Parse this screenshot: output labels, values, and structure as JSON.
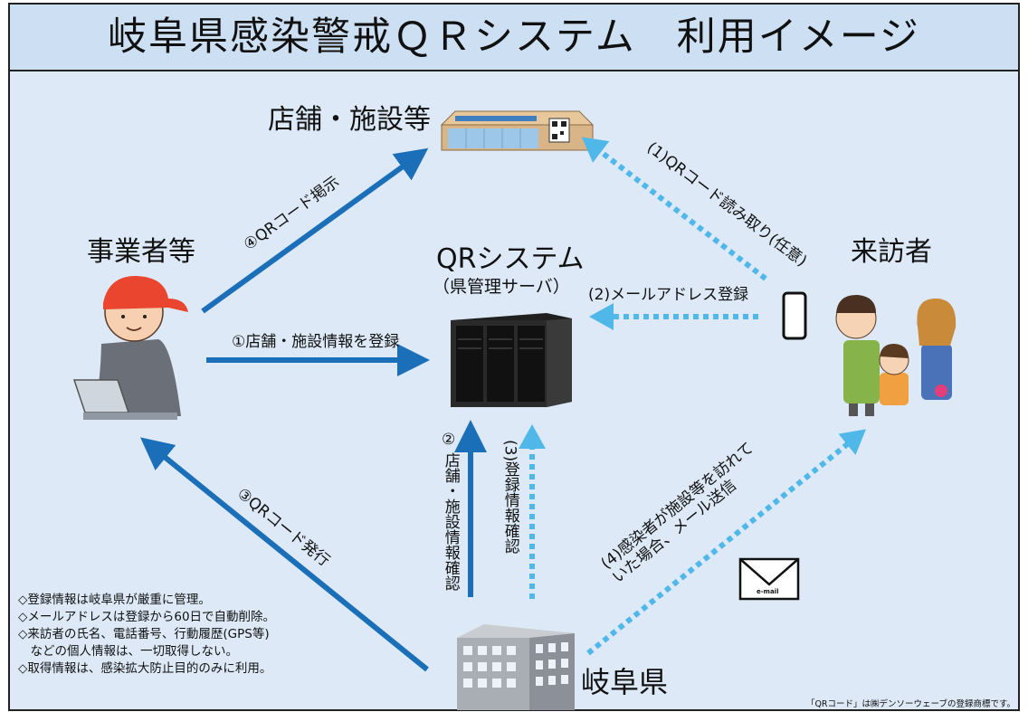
{
  "title": "岐阜県感染警戒ＱＲシステム　利用イメージ",
  "nodes": {
    "store": "店舗・施設等",
    "business": "事業者等",
    "qr_system": "QRシステム",
    "qr_system_sub": "（県管理サーバ）",
    "visitor": "来訪者",
    "prefecture": "岐阜県"
  },
  "steps": {
    "step1_register": "①店舗・施設情報を登録",
    "step4_post": "④QRコード掲示",
    "step3_issue": "③QRコード発行",
    "step2_confirm_mark": "②",
    "step2_confirm": "店舗・施設情報確認",
    "step3_registration_check": "(3)登録情報確認",
    "visitor1_scan": "(1)QRコード読み取り(任意)",
    "visitor2_email": "(2)メールアドレス登録",
    "visitor4_notify_l1": "(4)感染者が施設等を訪れて",
    "visitor4_notify_l2": "いた場合、メール送信"
  },
  "email_icon_label": "e-mail",
  "notes": [
    "◇登録情報は岐阜県が厳重に管理。",
    "◇メールアドレスは登録から60日で自動削除。",
    "◇来訪者の氏名、電話番号、行動履歴(GPS等)",
    "　などの個人情報は、一切取得しない。",
    "◇取得情報は、感染拡大防止目的のみに利用。"
  ],
  "footer": "「QRコード」は㈱デンソーウェーブの登録商標です。",
  "colors": {
    "title_bg": "#cde0f3",
    "body_bg": "#dde9f6",
    "solid_arrow": "#1a6fb8",
    "dotted_arrow": "#4fb8e8",
    "border": "#222222"
  }
}
